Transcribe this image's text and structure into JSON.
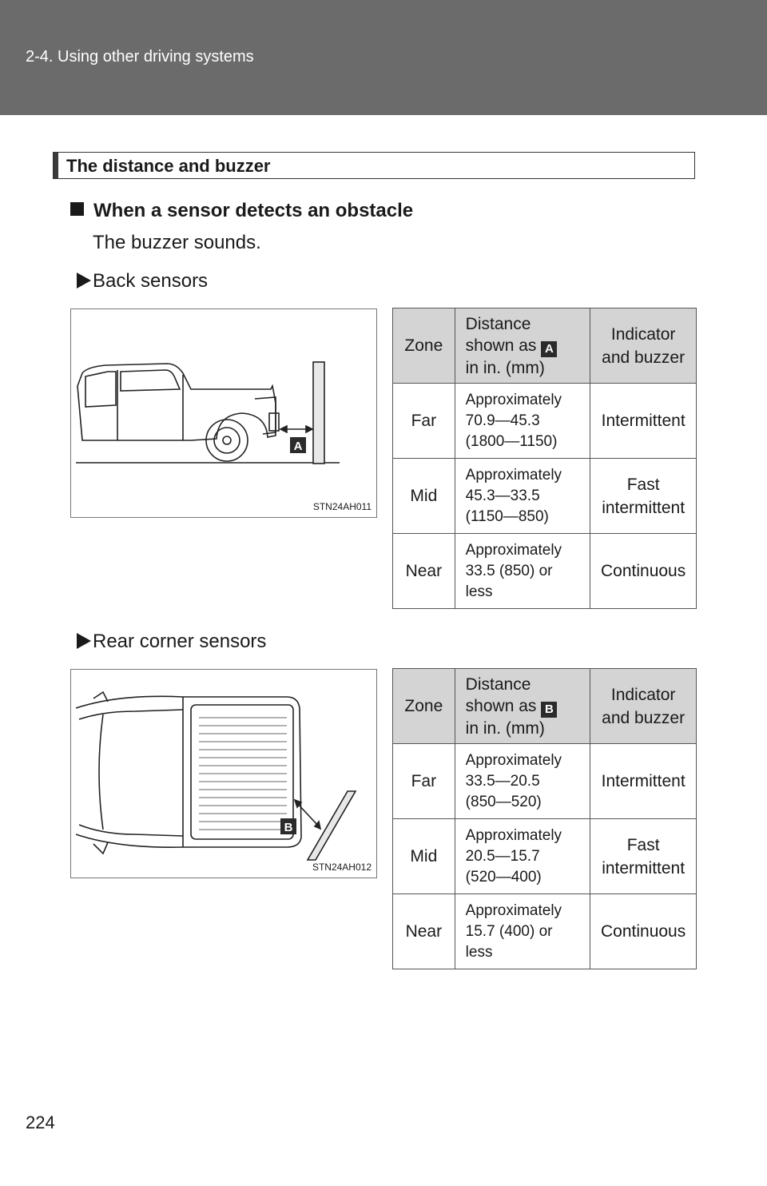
{
  "header": {
    "section_title": "2-4. Using other driving systems"
  },
  "section": {
    "title": "The distance and buzzer"
  },
  "subheading": "When a sensor detects an obstacle",
  "body_text": "The buzzer sounds.",
  "back": {
    "bullet": "Back sensors",
    "figure_id": "STN24AH011",
    "label": "A",
    "table": {
      "headers": {
        "zone": "Zone",
        "distance_line1": "Distance",
        "distance_line2": "shown as",
        "distance_line3": "in in. (mm)",
        "indicator_line1": "Indicator",
        "indicator_line2": "and buzzer"
      },
      "rows": [
        {
          "zone": "Far",
          "d1": "Approximately",
          "d2": "70.9—45.3",
          "d3": "(1800—1150)",
          "i1": "Intermittent",
          "i2": ""
        },
        {
          "zone": "Mid",
          "d1": "Approximately",
          "d2": "45.3—33.5",
          "d3": "(1150—850)",
          "i1": "Fast",
          "i2": "intermittent"
        },
        {
          "zone": "Near",
          "d1": "Approximately",
          "d2": "33.5 (850) or",
          "d3": "less",
          "i1": "Continuous",
          "i2": ""
        }
      ]
    }
  },
  "corner": {
    "bullet": "Rear corner sensors",
    "figure_id": "STN24AH012",
    "label": "B",
    "table": {
      "headers": {
        "zone": "Zone",
        "distance_line1": "Distance",
        "distance_line2": "shown as",
        "distance_line3": "in in. (mm)",
        "indicator_line1": "Indicator",
        "indicator_line2": "and buzzer"
      },
      "rows": [
        {
          "zone": "Far",
          "d1": "Approximately",
          "d2": "33.5—20.5",
          "d3": "(850—520)",
          "i1": "Intermittent",
          "i2": ""
        },
        {
          "zone": "Mid",
          "d1": "Approximately",
          "d2": "20.5—15.7",
          "d3": "(520—400)",
          "i1": "Fast",
          "i2": "intermittent"
        },
        {
          "zone": "Near",
          "d1": "Approximately",
          "d2": "15.7 (400) or",
          "d3": "less",
          "i1": "Continuous",
          "i2": ""
        }
      ]
    }
  },
  "page_number": "224"
}
